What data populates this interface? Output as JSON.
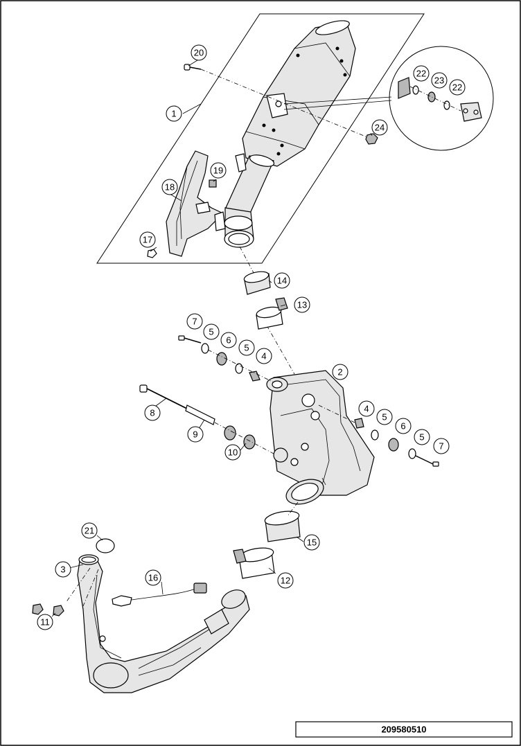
{
  "drawing_code": "209580510",
  "callouts": [
    {
      "id": "c20",
      "label": "20"
    },
    {
      "id": "c1",
      "label": "1"
    },
    {
      "id": "c22a",
      "label": "22"
    },
    {
      "id": "c23",
      "label": "23"
    },
    {
      "id": "c22b",
      "label": "22"
    },
    {
      "id": "c24",
      "label": "24"
    },
    {
      "id": "c19",
      "label": "19"
    },
    {
      "id": "c18",
      "label": "18"
    },
    {
      "id": "c17",
      "label": "17"
    },
    {
      "id": "c14",
      "label": "14"
    },
    {
      "id": "c13",
      "label": "13"
    },
    {
      "id": "c7a",
      "label": "7"
    },
    {
      "id": "c5a",
      "label": "5"
    },
    {
      "id": "c6a",
      "label": "6"
    },
    {
      "id": "c5b",
      "label": "5"
    },
    {
      "id": "c4a",
      "label": "4"
    },
    {
      "id": "c2",
      "label": "2"
    },
    {
      "id": "c8",
      "label": "8"
    },
    {
      "id": "c9",
      "label": "9"
    },
    {
      "id": "c10",
      "label": "10"
    },
    {
      "id": "c4b",
      "label": "4"
    },
    {
      "id": "c5c",
      "label": "5"
    },
    {
      "id": "c6b",
      "label": "6"
    },
    {
      "id": "c5d",
      "label": "5"
    },
    {
      "id": "c7b",
      "label": "7"
    },
    {
      "id": "c21",
      "label": "21"
    },
    {
      "id": "c15",
      "label": "15"
    },
    {
      "id": "c3",
      "label": "3"
    },
    {
      "id": "c16",
      "label": "16"
    },
    {
      "id": "c12",
      "label": "12"
    },
    {
      "id": "c11",
      "label": "11"
    }
  ]
}
